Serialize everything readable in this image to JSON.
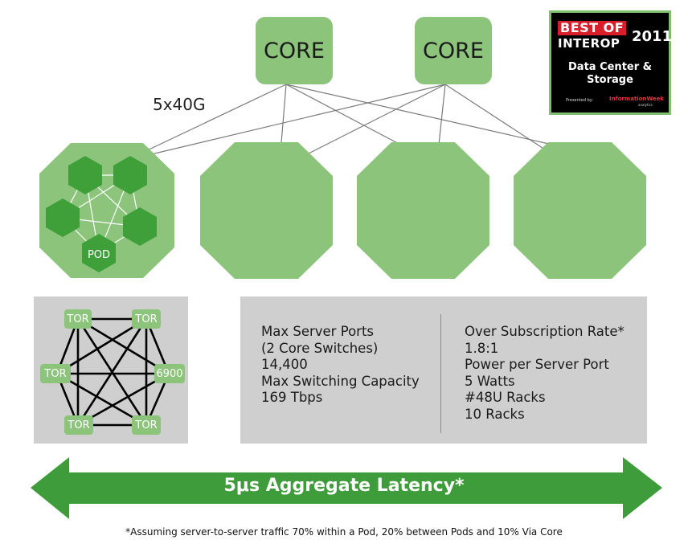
{
  "core_switches": [
    "CORE",
    "CORE"
  ],
  "uplink_label": "5x40G",
  "pod_label": "POD",
  "award": {
    "line1": "BEST OF",
    "line2": "INTEROP",
    "year": "2011",
    "category_line1": "Data Center &",
    "category_line2": "Storage",
    "presented_by": "Presented by:",
    "sponsor": "InformationWeek",
    "sponsor_sub": "analytics"
  },
  "tor_nodes": [
    "TOR",
    "TOR",
    "TOR",
    "6900",
    "TOR",
    "TOR"
  ],
  "stats": {
    "left": [
      "Max Server Ports",
      "(2 Core Switches)",
      "14,400",
      "Max Switching Capacity",
      "169 Tbps"
    ],
    "right": [
      "Over Subscription Rate*",
      "1.8:1",
      "Power per Server Port",
      "5 Watts",
      "#48U Racks",
      "10 Racks"
    ]
  },
  "latency_label": "5μs Aggregate Latency*",
  "footnote": "*Assuming server-to-server traffic 70% within a Pod, 20% between Pods and 10% Via Core",
  "colors": {
    "light_green": "#8cc47c",
    "dark_green": "#3fa03a",
    "arrow_green": "#3e9c3a",
    "panel_gray": "#cfcfcf"
  }
}
